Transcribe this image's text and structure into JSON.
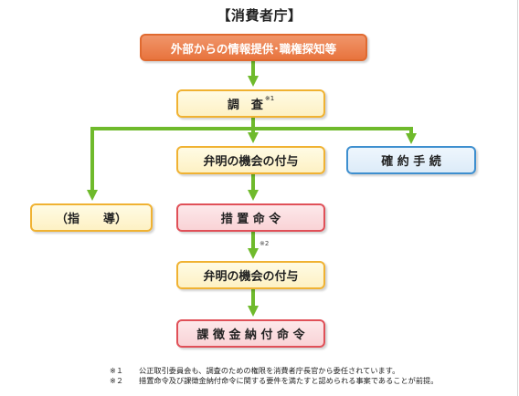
{
  "title": "【消費者庁】",
  "boxes": {
    "external": "外部からの情報提供･職権探知等",
    "survey": "調　査",
    "survey_note": "※1",
    "hearing1": "弁明の機会の付与",
    "confirm": "確 約 手 続",
    "guidance": "（指　　導）",
    "order": "措 置 命 令",
    "hearing2": "弁明の機会の付与",
    "surcharge": "課 徴 金 納 付 命 令"
  },
  "arrow_note": "※2",
  "footnotes": [
    {
      "mark": "※１",
      "text": "公正取引委員会も、調査のための権限を消費者庁長官から委任されています。"
    },
    {
      "mark": "※２",
      "text": "措置命令及び課徴金納付命令に関する要件を満たすと認められる事案であることが前提。"
    }
  ],
  "colors": {
    "arrow": "#6fba2c",
    "orange": "#e8743e",
    "yellow_border": "#f0b232",
    "pink_border": "#e05058",
    "blue_border": "#3e8fcf"
  }
}
